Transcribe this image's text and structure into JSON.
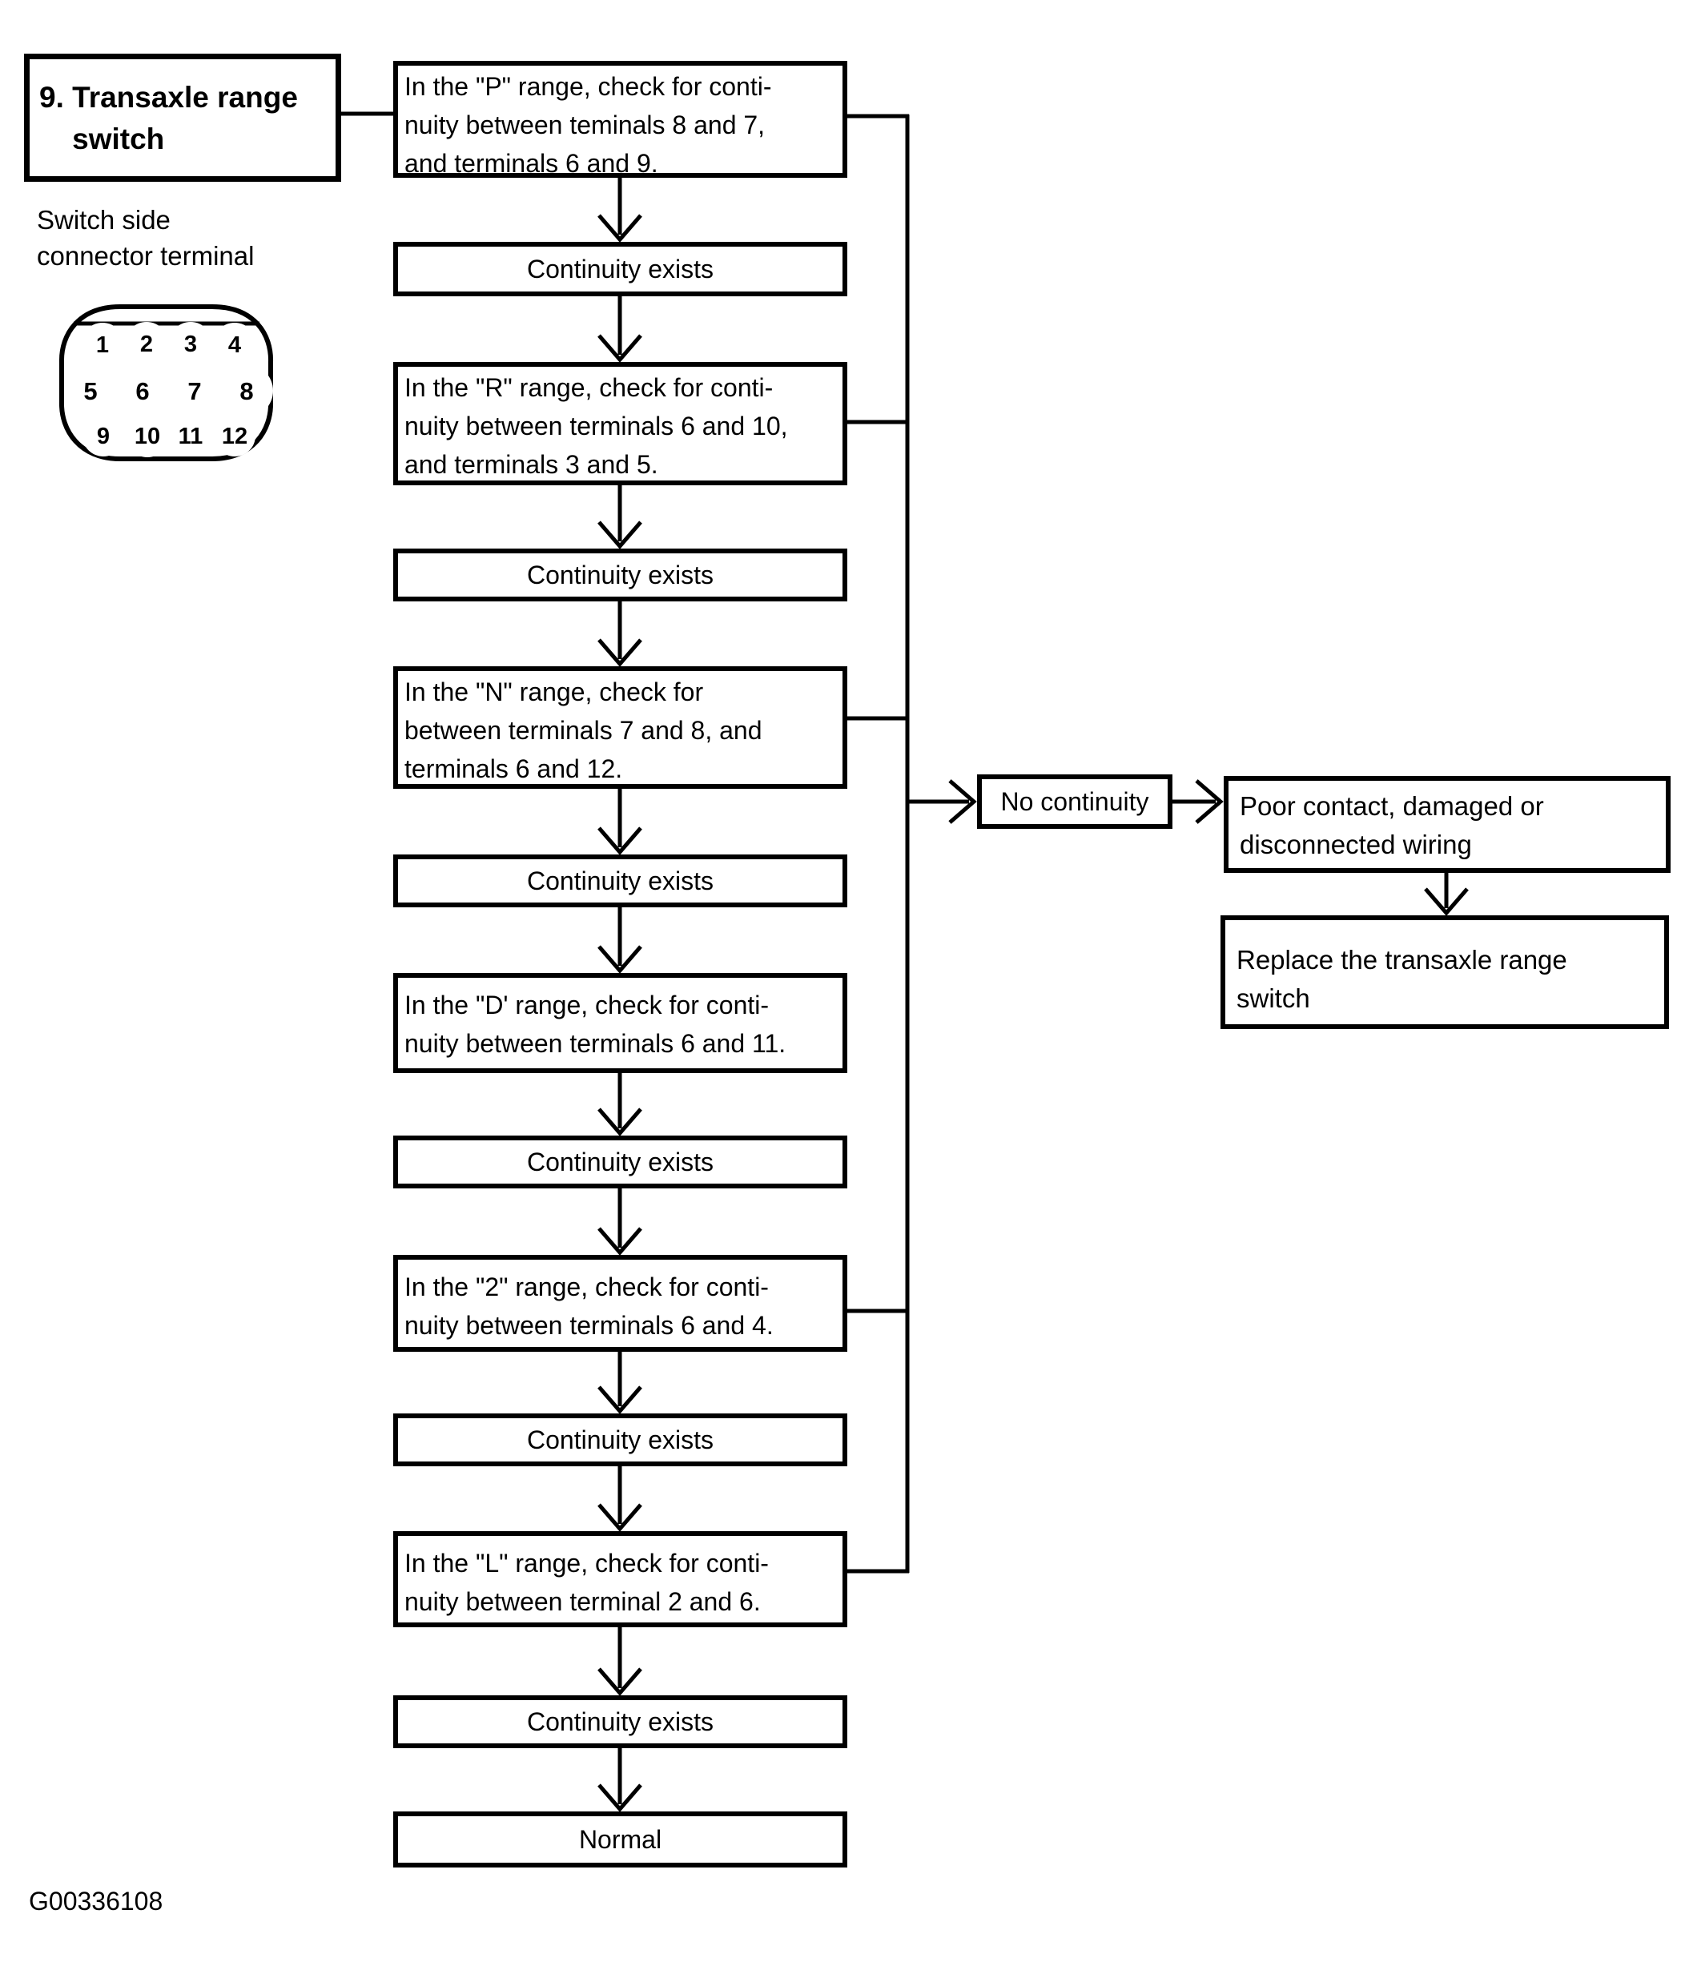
{
  "title_box": {
    "label": "9. Transaxle range\n    switch"
  },
  "connector": {
    "caption": "Switch side\nconnector terminal",
    "terminals": [
      "1",
      "2",
      "3",
      "4",
      "5",
      "6",
      "7",
      "8",
      "9",
      "10",
      "11",
      "12"
    ]
  },
  "flow": {
    "steps": [
      {
        "check": "In the \"P\" range, check for conti-\nnuity between teminals 8 and 7,\nand terminals 6 and 9.",
        "result": "Continuity exists"
      },
      {
        "check": "In the \"R\" range, check for conti-\nnuity between terminals 6 and 10,\nand terminals 3 and 5.",
        "result": "Continuity exists"
      },
      {
        "check": "In the \"N\" range, check for\nbetween terminals 7 and 8, and\nterminals 6 and 12.",
        "result": "Continuity exists"
      },
      {
        "check": "In the \"D' range, check for conti-\nnuity between terminals 6 and 11.",
        "result": "Continuity exists"
      },
      {
        "check": "In the \"2\" range, check for conti-\nnuity between terminals 6 and 4.",
        "result": "Continuity exists"
      },
      {
        "check": "In the \"L\" range, check for conti-\nnuity between terminal 2 and 6.",
        "result": "Continuity exists"
      }
    ],
    "final": "Normal"
  },
  "failure_branch": {
    "condition": "No continuity",
    "cause": "Poor contact, damaged or\ndisconnected wiring",
    "action": "Replace the transaxle range\nswitch"
  },
  "figure_id": "G00336108"
}
